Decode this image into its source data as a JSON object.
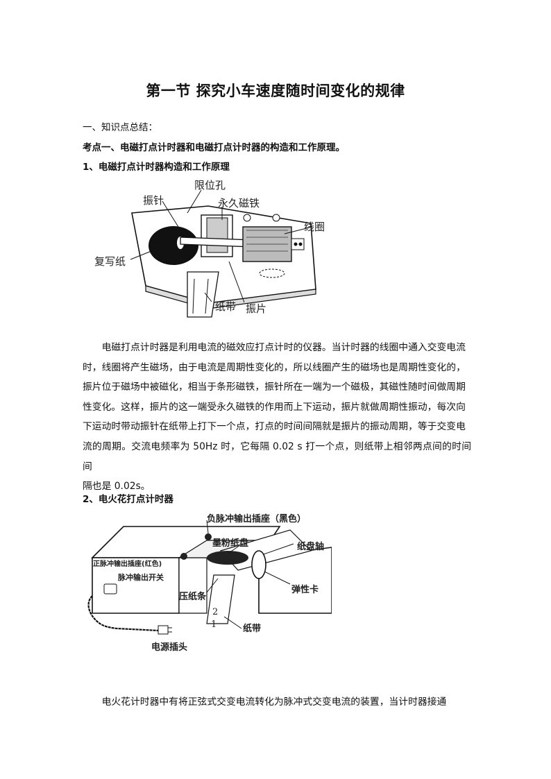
{
  "title": "第一节 探究小车速度随时间变化的规律",
  "section_heading": "一、知识点总结：",
  "kaodian": "考点一、电磁打点计时器和电磁打点计时器的构造和工作原理。",
  "sub1": "1、电磁打点计时器构造和工作原理",
  "fig1_labels": {
    "xianweikong": "限位孔",
    "zhenzhen": "振针",
    "yongjiu": "永久磁铁",
    "xianquan": "线圈",
    "fuxiezhi": "复写纸",
    "zhidai": "纸带",
    "zhenpian": "振片"
  },
  "para1": [
    "电磁打点计时器是利用电流的磁效应打点计时的仪器。当计时器的线圈中通入交变电流",
    "时，线圈将产生磁场，由于电流是周期性变化的，所以线圈产生的磁场也是周期性变化的，",
    "振片位于磁场中被磁化，相当于条形磁铁，振针所在一端为一个磁极，其磁性随时间做周期",
    "性变化。这样，振片的这一端受永久磁铁的作用而上下运动，振片就做周期性振动，每次向",
    "下运动时带动振针在纸带上打下一个点，打点的时间间隔就是振片的振动周期，等于交变电",
    "流的周期。交流电频率为 50Hz 时，它每隔 0.02 s 打一个点，则纸带上相邻两点间的时间间",
    "隔也是 0.02s。"
  ],
  "sub2": "2、电火花打点计时器",
  "fig2_labels": {
    "fumaichong": "负脉冲输出插座（黑色）",
    "mofen": "墨粉纸盘",
    "zhipanzhou": "纸盘轴",
    "zhengmaichong": "正脉冲输出插座(红色)",
    "kaiguan": "脉冲输出开关",
    "tanxingka": "弹性卡",
    "yazhitiao": "压纸条",
    "num2": "2",
    "num1": "1",
    "zhidai": "纸带",
    "dianyuan": "电源插头"
  },
  "para2_first": "电火花计时器中有将正弦式交变电流转化为脉冲式交变电流的装置，当计时器接通"
}
